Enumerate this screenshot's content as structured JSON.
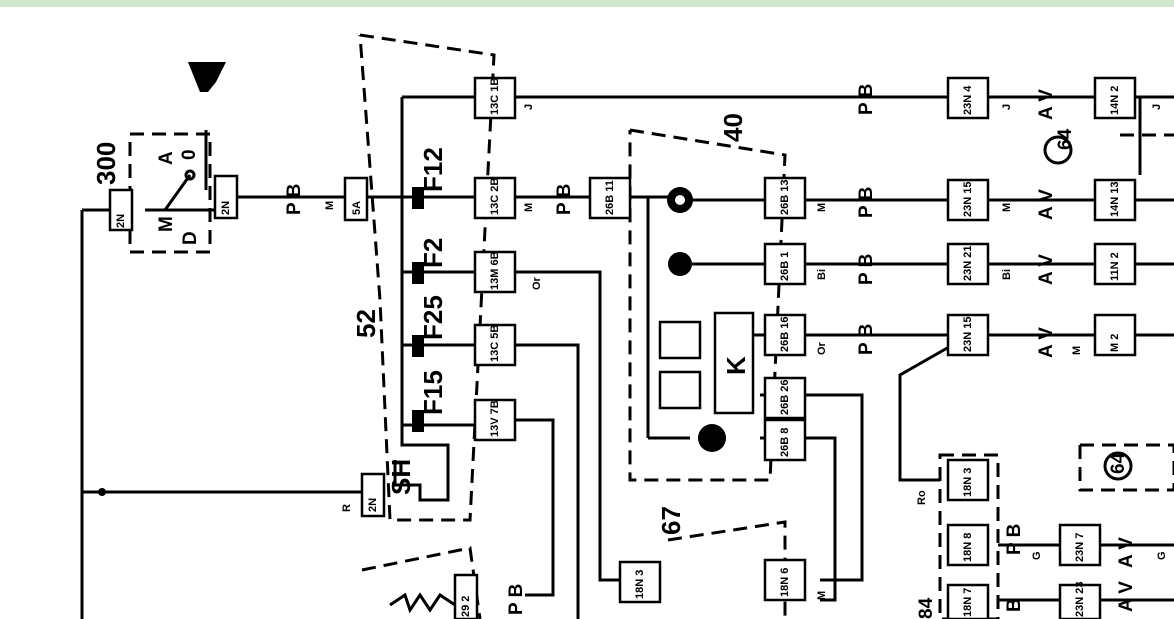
{
  "diagram": {
    "groups": {
      "g300": "300",
      "g52": "52",
      "g40": "40",
      "g67": "67",
      "g84": "84"
    },
    "fuses": {
      "f12": "F12",
      "f2": "F2",
      "f25": "F25",
      "f15": "F15"
    },
    "switch": {
      "sh": "SH",
      "m": "M",
      "a": "A",
      "o": "0",
      "d": "D"
    },
    "relay": {
      "k": "K"
    },
    "connectors": {
      "c_left1": "2N",
      "c_left2": "2N",
      "c_m2": "2N",
      "c_5a": "5A",
      "c_13c_1b": "13C 1B",
      "c_13c_2b": "13C 2B",
      "c_13m_6b": "13M 6B",
      "c_13c_5b": "13C 5B",
      "c_13v_7b": "13V 7B",
      "c_26b_11": "26B 11",
      "c_26b_13": "26B 13",
      "c_26b_1": "26B 1",
      "c_26b_16": "26B 16",
      "c_26b_26": "26B 26",
      "c_26b_8": "26B 8",
      "c_23n_4": "23N 4",
      "c_23n_15a": "23N 15",
      "c_23n_21": "23N 21",
      "c_23n_15b": "23N 15",
      "c_23n_7": "23N 7",
      "c_23n_23": "23N 23",
      "c_14n_2": "14N 2",
      "c_14n_13": "14N 13",
      "c_11n_2": "11N 2",
      "c_m_right": "M 2",
      "c_18n_3": "18N 3",
      "c_18n_8": "18N 8",
      "c_18n_7": "18N 7",
      "c_18n_3b": "18N 3",
      "c_18n_6": "18N 6",
      "c_29_2": "29 2"
    },
    "wire_labels": {
      "pb1": "P B",
      "pb2": "P B",
      "pb3": "P B",
      "pb4": "P B",
      "pb5": "P B",
      "pb6": "P B",
      "pb7": "P B",
      "pb8": "P B",
      "av1": "A V",
      "av2": "A V",
      "av3": "A V",
      "av4": "A V",
      "av5": "A V",
      "av6": "A V",
      "b1": "B",
      "v1": "V",
      "c_j1": "J",
      "c_j2": "J",
      "c_j3": "J",
      "c_m1": "M",
      "c_m2b": "M",
      "c_m3": "M",
      "c_m4": "M",
      "c_m5": "M",
      "c_m6": "M",
      "c_or1": "Or",
      "c_or2": "Or",
      "c_bi1": "Bi",
      "c_bi2": "Bi",
      "c_r": "R",
      "c_ro": "Ro",
      "c_g1": "G",
      "c_g2": "G"
    },
    "symbols": {
      "s64a": "64",
      "s64b": "64"
    }
  }
}
